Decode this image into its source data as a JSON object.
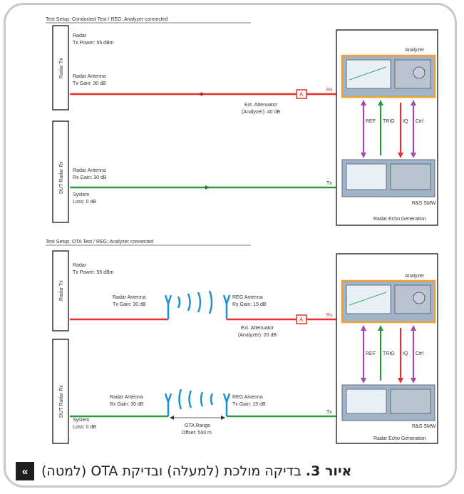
{
  "top": {
    "title": "Test Setup: Conducted Test / REG: Analyzer connected",
    "left_labels": [
      "Radar Tx",
      "DUT Radar Rx"
    ],
    "radar_line1": "Radar",
    "radar_line2": "Tx Power: 55 dBm",
    "tx_ant_line1": "Radar Antenna",
    "tx_ant_line2": "Tx Gain: 30 dB",
    "atten_line1": "Ext. Attenuator",
    "atten_line2": "(Analyzer): 40 dB",
    "atten_box": "A",
    "rx_port": "Rx",
    "rx_ant_line1": "Radar Antenna",
    "rx_ant_line2": "Rx Gain: 30 dB",
    "sys_line1": "System",
    "sys_line2": "Loss: 0 dB",
    "tx_port": "Tx",
    "analyzer": "Analyzer",
    "ref": "REF",
    "trig": "TRIG",
    "iq": "IQ",
    "ctrl": "Ctrl",
    "smw": "R&S SMW",
    "reg": "Radar Echo Generation"
  },
  "bottom": {
    "title": "Test Setup: OTA Test / REG: Analyzer connected",
    "left_labels": [
      "Radar Tx",
      "DUT Radar Rx"
    ],
    "radar_line1": "Radar",
    "radar_line2": "Tx Power: 55 dBm",
    "tx_ant_line1": "Radar Antenna",
    "tx_ant_line2": "Tx Gain: 30 dB",
    "reg_ant1_line1": "REG Antenna",
    "reg_ant1_line2": "Rx Gain: 15 dB",
    "atten_line1": "Ext. Attenuator",
    "atten_line2": "(Analyzer): 20 dB",
    "atten_box": "A",
    "rx_port": "Rx",
    "rx_ant_line1": "Radar Antenna",
    "rx_ant_line2": "Rx Gain: 30 dB",
    "reg_ant2_line1": "REG Antenna",
    "reg_ant2_line2": "Tx Gain: 15 dB",
    "ota_line1": "OTA Range",
    "ota_line2": "Offset: 500 m",
    "sys_line1": "System",
    "sys_line2": "Loss: 0 dB",
    "tx_port": "Tx",
    "analyzer": "Analyzer",
    "ref": "REF",
    "trig": "TRIG",
    "iq": "IQ",
    "ctrl": "Ctrl",
    "smw": "R&S SMW",
    "reg": "Radar Echo Generation"
  },
  "caption": {
    "icon": "»",
    "bold": "איור 3.",
    "text": "בדיקה מולכת (למעלה) ובדיקת OTA (למטה)"
  },
  "colors": {
    "red": "#e8302b",
    "green": "#2a9a3c",
    "purple": "#9b4fa8",
    "orange": "#f0a030"
  }
}
